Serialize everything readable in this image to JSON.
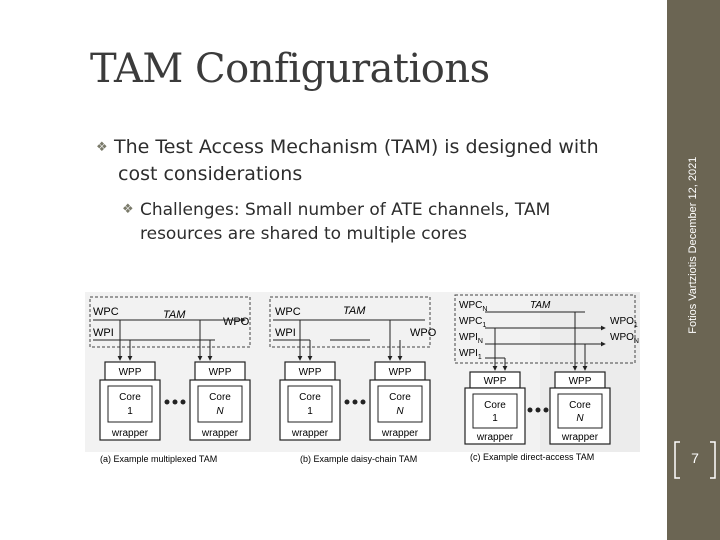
{
  "slide": {
    "title": "TAM Configurations",
    "bullet1_line1": "The Test Access Mechanism (TAM) is designed with",
    "bullet1_line2": "cost considerations",
    "bullet2_line1": "Challenges: Small number of ATE  channels, TAM",
    "bullet2_line2": "resources are shared to multiple cores",
    "footer_date": "December 12, 2021",
    "footer_author": "Fotios Vartziotis",
    "page_number": "7"
  },
  "colors": {
    "sidebar": "#6b6553",
    "text": "#2d2d2d"
  },
  "figure": {
    "multiplexed": {
      "wpc": "WPC",
      "wpi": "WPI",
      "wpo": "WPO",
      "tam": "TAM",
      "wpp": "WPP",
      "core1": "Core",
      "core1_num": "1",
      "coreN": "Core",
      "coreN_num": "N",
      "wrapper": "wrapper",
      "caption": "(a) Example multiplexed TAM"
    },
    "daisy": {
      "wpc": "WPC",
      "wpi": "WPI",
      "wpo": "WPO",
      "tam": "TAM",
      "wpp": "WPP",
      "core1": "Core",
      "core1_num": "1",
      "coreN": "Core",
      "coreN_num": "N",
      "wrapper": "wrapper",
      "caption": "(b) Example daisy-chain TAM"
    },
    "direct": {
      "wpcN": "WPC",
      "wpc1": "WPC",
      "wpiN": "WPI",
      "wpi1": "WPI",
      "wpo1": "WPO",
      "wpoN": "WPO",
      "sub_n": "N",
      "sub_1": "1",
      "tam": "TAM",
      "wpp": "WPP",
      "core1": "Core",
      "core1_num": "1",
      "coreN": "Core",
      "coreN_num": "N",
      "wrapper": "wrapper",
      "caption": "(c) Example direct-access TAM"
    }
  }
}
